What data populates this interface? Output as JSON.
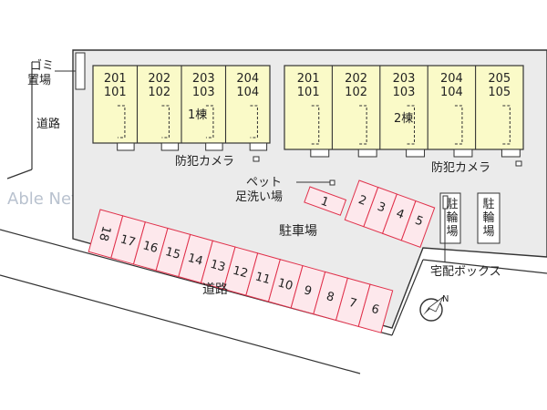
{
  "watermark": "Able NetWork",
  "building1": {
    "label": "1棟",
    "units": [
      [
        "201",
        "101"
      ],
      [
        "202",
        "102"
      ],
      [
        "203",
        "103"
      ],
      [
        "204",
        "104"
      ]
    ]
  },
  "building2": {
    "label": "2棟",
    "units": [
      [
        "201",
        "101"
      ],
      [
        "202",
        "102"
      ],
      [
        "203",
        "103"
      ],
      [
        "204",
        "104"
      ],
      [
        "205",
        "105"
      ]
    ]
  },
  "labels": {
    "garbage_line1": "ゴミ",
    "garbage_line2": "置場",
    "road_left": "道路",
    "road_bottom": "道路",
    "camera1": "防犯カメラ",
    "camera2": "防犯カメラ",
    "pet_line1": "ペット",
    "pet_line2": "足洗い場",
    "parking": "駐車場",
    "bike1": "駐輪場",
    "bike2": "駐輪場",
    "delivery_box": "宅配ボックス",
    "north": "N"
  },
  "parking_row": [
    "18",
    "17",
    "16",
    "15",
    "14",
    "13",
    "12",
    "11",
    "10",
    "9",
    "8",
    "7",
    "6"
  ],
  "parking_block": [
    "1",
    "2",
    "3",
    "4",
    "5"
  ],
  "colors": {
    "building_fill": "#fafac8",
    "lot_fill": "#ebebeb",
    "parking_fill": "#fde8ec",
    "parking_stroke": "#e0304a",
    "line": "#333333"
  }
}
